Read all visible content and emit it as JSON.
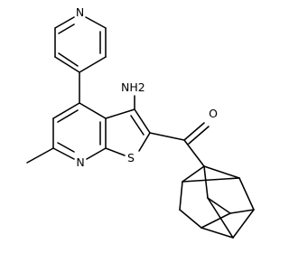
{
  "molecule": {
    "atom_labels": {
      "pyridine_n": "N",
      "amine": "NH2",
      "carbonyl_o": "O",
      "ring_n": "N",
      "thiophene_s": "S"
    }
  }
}
